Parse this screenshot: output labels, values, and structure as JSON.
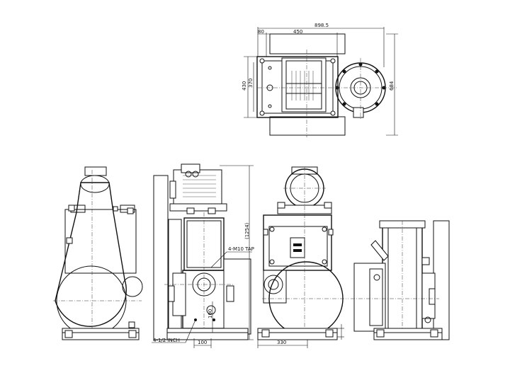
{
  "drawing": {
    "dims": {
      "overall_width": "898.5",
      "offset_left": "80",
      "span_top": "450",
      "depth_outer": "430",
      "depth_inner": "370",
      "total_depth": "684",
      "height": "(1254)",
      "foot_spacing": "100",
      "foot_height": "100",
      "base_width": "330"
    },
    "notes": {
      "tap": "4-M10 TAP",
      "inch": "4-1/2 INCH"
    }
  }
}
